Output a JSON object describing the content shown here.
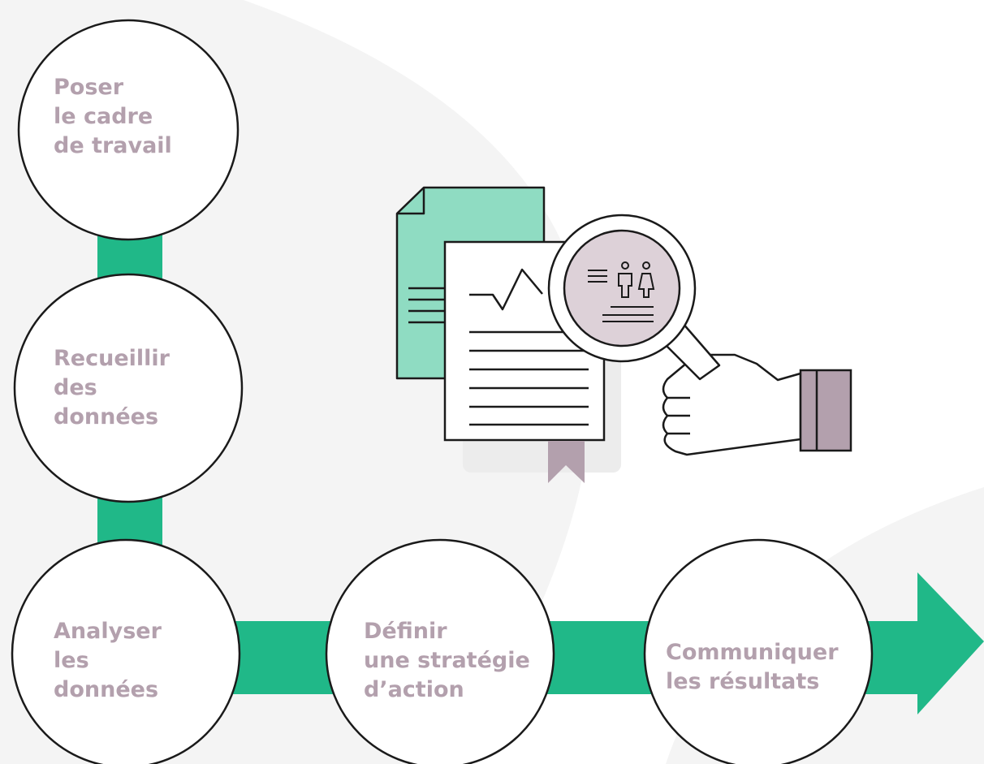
{
  "steps": [
    {
      "lines": [
        "Poser",
        "le cadre",
        "de travail"
      ]
    },
    {
      "lines": [
        "Recueillir",
        "des",
        "données"
      ]
    },
    {
      "lines": [
        "Analyser",
        "les",
        "données"
      ]
    },
    {
      "lines": [
        "Définir",
        "une stratégie",
        "d’action"
      ]
    },
    {
      "lines": [
        "Communiquer",
        "les résultats"
      ]
    }
  ],
  "colors": {
    "accent_green": "#20b888",
    "light_green": "#8fdcc2",
    "label_mauve": "#b3a0ad",
    "lens_fill": "#ddd1d8",
    "background_shape": "#f4f4f4",
    "outline": "#1a1a1a"
  },
  "icons": [
    "document-icon",
    "chart-icon",
    "magnifier-icon",
    "hand-icon",
    "people-icon",
    "bookmark-icon"
  ]
}
